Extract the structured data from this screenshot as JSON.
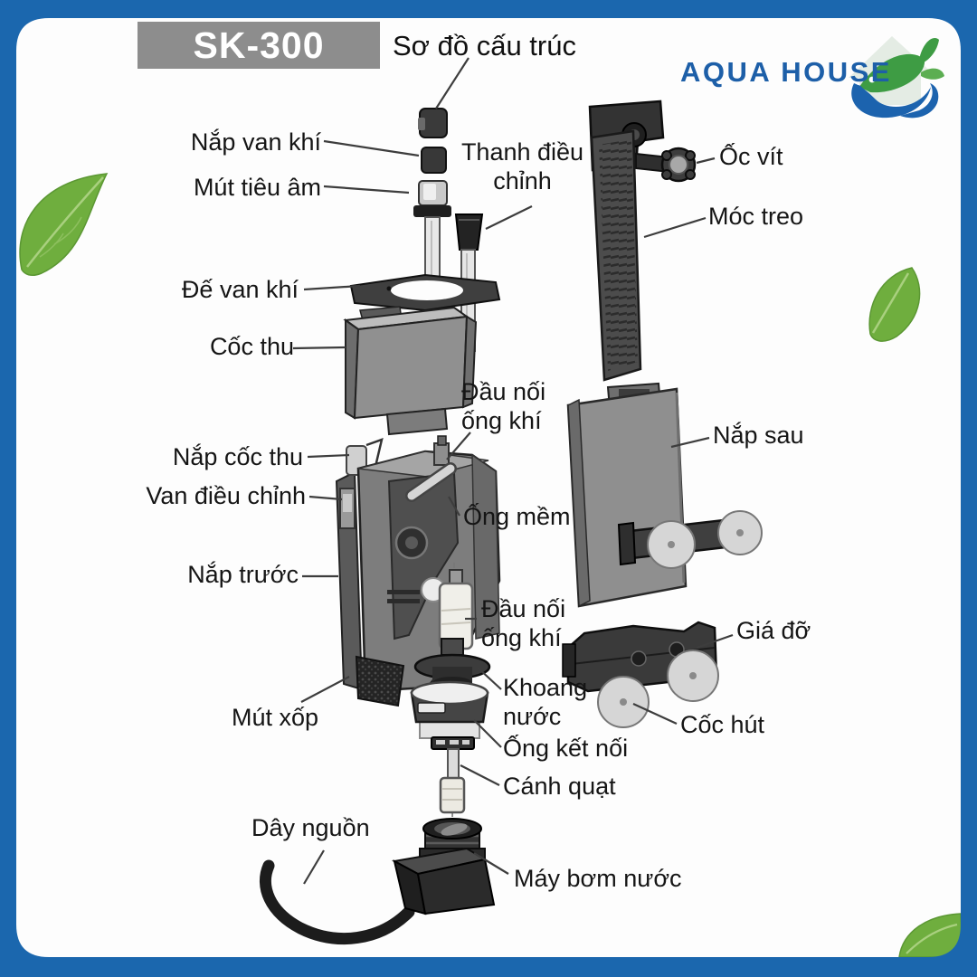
{
  "header": {
    "model_badge": "SK-300",
    "diagram_title": "Sơ đồ cấu trúc"
  },
  "logo": {
    "brand": "AQUA HOUSE"
  },
  "labels": {
    "nap_van_khi": "Nắp van khí",
    "mut_tieu_am": "Mút tiêu âm",
    "thanh_dieu_chinh": "Thanh điều chỉnh",
    "oc_vit": "Ốc vít",
    "moc_treo": "Móc treo",
    "de_van_khi": "Đế van khí",
    "coc_thu": "Cốc thu",
    "dau_noi_ong_khi_1": "Đầu nối ống khí",
    "nap_sau": "Nắp sau",
    "nap_coc_thu": "Nắp cốc thu",
    "van_dieu_chinh": "Van điều chỉnh",
    "ong_mem": "Ống mềm",
    "nap_truoc": "Nắp trước",
    "dau_noi_ong_khi_2": "Đầu nối ống khí",
    "gia_do": "Giá đỡ",
    "khoang_nuoc": "Khoang nước",
    "coc_hut": "Cốc hút",
    "mut_xop": "Mút xốp",
    "ong_ket_noi": "Ống kết nối",
    "canh_quat": "Cánh quạt",
    "day_nguon": "Dây nguồn",
    "may_bom_nuoc": "Máy bơm nước"
  },
  "colors": {
    "frame_blue": "#1b67ae",
    "badge_gray": "#8d8d8d",
    "logo_blue": "#1d5fa8",
    "fish_green": "#3e9c44",
    "wave_blue": "#1c63ae",
    "leaf_green": "#6fae3e",
    "label_text": "#151515"
  }
}
